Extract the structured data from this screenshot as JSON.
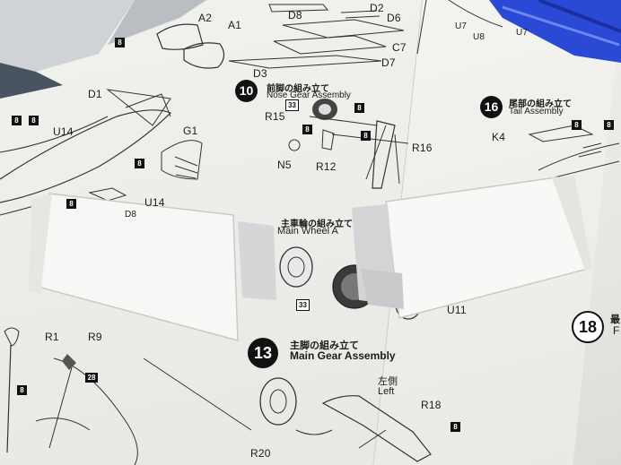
{
  "part_labels": {
    "a2": "A2",
    "a1": "A1",
    "d8": "D8",
    "d2": "D2",
    "d6": "D6",
    "c7": "C7",
    "d7": "D7",
    "d3": "D3",
    "u7": "U7",
    "u8": "U8",
    "u7b": "U7",
    "d1": "D1",
    "u14a": "U14",
    "g1": "G1",
    "u14b": "U14",
    "d8b": "D8",
    "r15": "R15",
    "n5": "N5",
    "r12": "R12",
    "r16": "R16",
    "k4": "K4",
    "r1": "R1",
    "r9": "R9",
    "u11": "U11",
    "r18": "R18",
    "r20": "R20"
  },
  "steps": {
    "nose": {
      "number": "10",
      "title_jp": "前脚の組み立て",
      "title_en": "Nose Gear Assembly"
    },
    "tail": {
      "number": "16",
      "title_jp": "尾部の組み立て",
      "title_en": "Tail Assembly"
    },
    "main_wheel": {
      "title_jp": "主車輪の組み立て",
      "title_en": "Main Wheel A"
    },
    "main_gear": {
      "number": "13",
      "title_jp": "主脚の組み立て",
      "title_en": "Main Gear Assembly"
    },
    "next": {
      "number": "18",
      "title_jp": "最",
      "title_en": "F"
    }
  },
  "side": {
    "jp": "左側",
    "en": "Left"
  },
  "color_codes": {
    "c8": "8",
    "c33": "33",
    "c28": "28"
  },
  "colors": {
    "tool_blue": "#2848d8",
    "paper": "#eeeeea",
    "ink": "#1c1c1c",
    "plastic": "#f7f7f5"
  }
}
